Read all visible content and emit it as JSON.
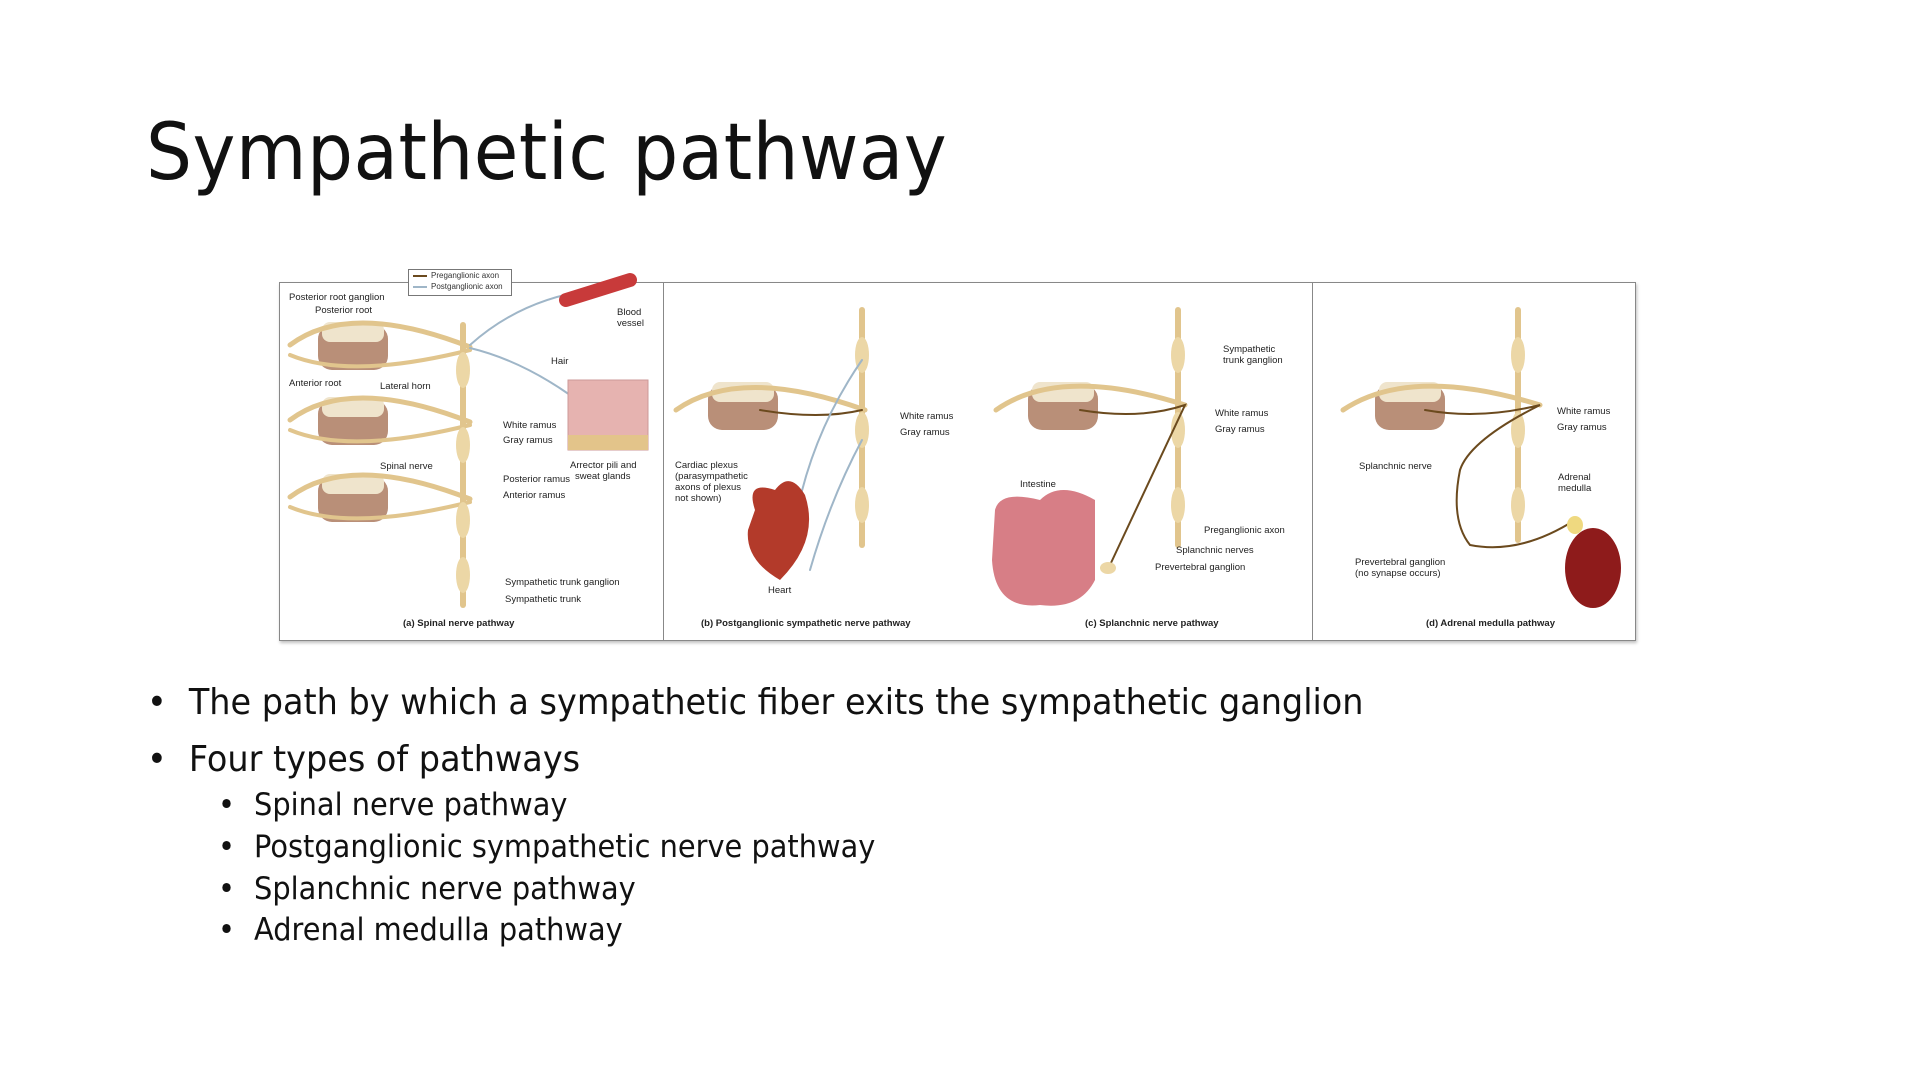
{
  "slide": {
    "title": "Sympathetic pathway",
    "bullets": [
      "The path by which a sympathetic fiber exits the sympathetic ganglion",
      "Four types of pathways"
    ],
    "sub_bullets": [
      "Spinal nerve pathway",
      "Postganglionic sympathetic nerve pathway",
      "Splanchnic nerve pathway",
      "Adrenal medulla pathway"
    ],
    "bullet_char": "•"
  },
  "figure": {
    "legend": {
      "preganglionic": "Preganglionic axon",
      "postganglionic": "Postganglionic axon",
      "pre_color": "#6b4a1e",
      "post_color": "#9fb6c8"
    },
    "panel_a": {
      "caption": "(a) Spinal nerve pathway",
      "labels": [
        "Posterior root ganglion",
        "Posterior root",
        "Anterior root",
        "Lateral horn",
        "Blood",
        "vessel",
        "Hair",
        "White ramus",
        "Gray ramus",
        "Spinal nerve",
        "Posterior ramus",
        "Anterior ramus",
        "Arrector pili and",
        "sweat glands",
        "Sympathetic trunk ganglion",
        "Sympathetic trunk"
      ]
    },
    "panel_b": {
      "caption": "(b) Postganglionic sympathetic nerve pathway",
      "labels": [
        "White ramus",
        "Gray ramus",
        "Cardiac plexus",
        "(parasympathetic",
        "axons of plexus",
        "not shown)",
        "Heart"
      ]
    },
    "panel_c": {
      "caption": "(c) Splanchnic nerve pathway",
      "labels": [
        "Sympathetic",
        "trunk ganglion",
        "White ramus",
        "Gray ramus",
        "Intestine",
        "Preganglionic axon",
        "Splanchnic nerves",
        "Prevertebral ganglion"
      ]
    },
    "panel_d": {
      "caption": "(d) Adrenal medulla pathway",
      "labels": [
        "White ramus",
        "Gray ramus",
        "Splanchnic nerve",
        "Adrenal",
        "medulla",
        "Prevertebral ganglion",
        "(no synapse occurs)"
      ]
    }
  }
}
